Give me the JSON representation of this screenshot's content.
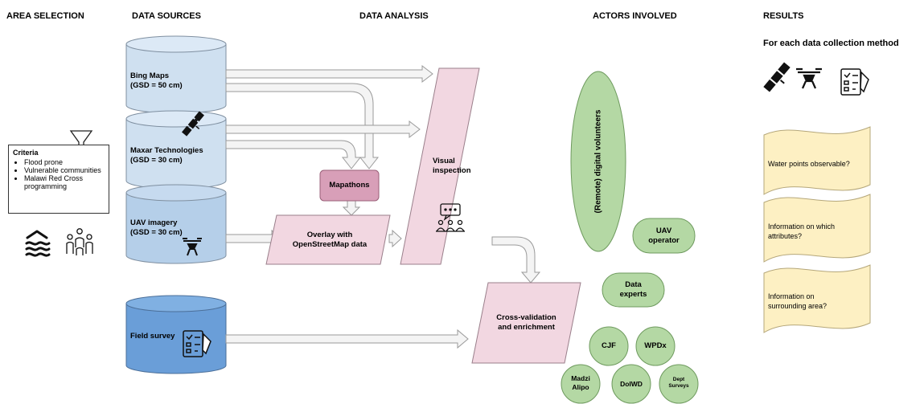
{
  "headers": {
    "area_selection": "AREA SELECTION",
    "data_sources": "DATA SOURCES",
    "data_analysis": "DATA ANALYSIS",
    "actors_involved": "ACTORS INVOLVED",
    "results": "RESULTS"
  },
  "criteria": {
    "title": "Criteria",
    "items": [
      "Flood prone",
      "Vulnerable communities",
      "Malawi Red Cross programming"
    ]
  },
  "sources": {
    "bing": {
      "name": "Bing Maps",
      "gsd": "(GSD = 50 cm)"
    },
    "maxar": {
      "name": "Maxar Technologies",
      "gsd": "(GSD = 30 cm)"
    },
    "uav": {
      "name": "UAV imagery",
      "gsd": "(GSD = 30 cm)"
    },
    "field": {
      "name": "Field survey"
    }
  },
  "analysis": {
    "mapathons": "Mapathons",
    "overlay_line1": "Overlay with",
    "overlay_line2": "OpenStreetMap data",
    "visual_line1": "Visual",
    "visual_line2": "inspection",
    "cross_line1": "Cross-validation",
    "cross_line2": "and enrichment"
  },
  "actors": {
    "volunteers": "(Remote) digital volunteers",
    "uav_operator_line1": "UAV",
    "uav_operator_line2": "operator",
    "data_experts_line1": "Data",
    "data_experts_line2": "experts",
    "cjf": "CJF",
    "wpdx": "WPDx",
    "madzi_line1": "Madzi",
    "madzi_line2": "Alipo",
    "doiwd": "DoIWD",
    "dept_line1": "Dept",
    "dept_line2": "Surveys"
  },
  "results": {
    "subtitle": "For each data collection method",
    "items": [
      "Water points observable?",
      "Information on which attributes?",
      "Information on surrounding area?"
    ]
  },
  "icons": [
    "filter-icon",
    "flood-icon",
    "community-icon",
    "satellite-icon",
    "drone-icon",
    "survey-form-icon",
    "meeting-icon"
  ],
  "colors": {
    "source_light": "#cfe0f0",
    "source_mid": "#b5cfe9",
    "source_dark": "#6a9ed8",
    "analysis_pink": "#f2d7e1",
    "mapathon_pink": "#d89fb8",
    "actor_green": "#b4d8a4",
    "result_yellow": "#fdf0c3"
  }
}
